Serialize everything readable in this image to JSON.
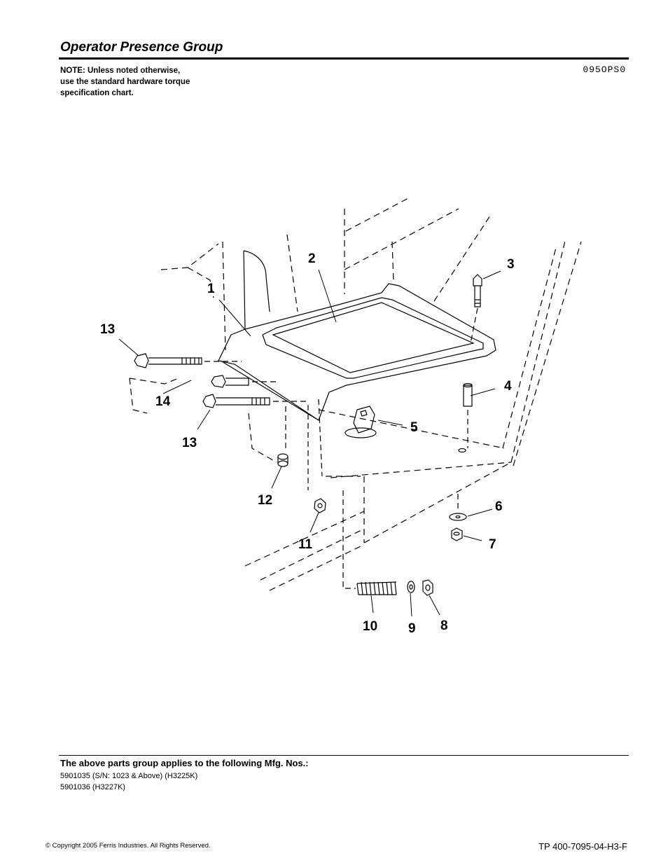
{
  "header": {
    "title": "Operator Presence Group",
    "note_lines": [
      "NOTE: Unless noted otherwise,",
      "use the standard hardware torque",
      "specification chart."
    ],
    "drawing_code": "095OPS0"
  },
  "callouts": [
    "1",
    "2",
    "3",
    "4",
    "5",
    "6",
    "7",
    "8",
    "9",
    "10",
    "11",
    "12",
    "13",
    "13",
    "14"
  ],
  "applies": {
    "heading": "The above parts group applies to the following Mfg. Nos.:",
    "items": [
      "5901035 (S/N: 1023 & Above) (H3225K)",
      "5901036 (H3227K)"
    ]
  },
  "footer": {
    "copyright": "© Copyright  2005 Ferris Industries. All Rights Reserved.",
    "doc_number": "TP 400-7095-04-H3-F"
  }
}
